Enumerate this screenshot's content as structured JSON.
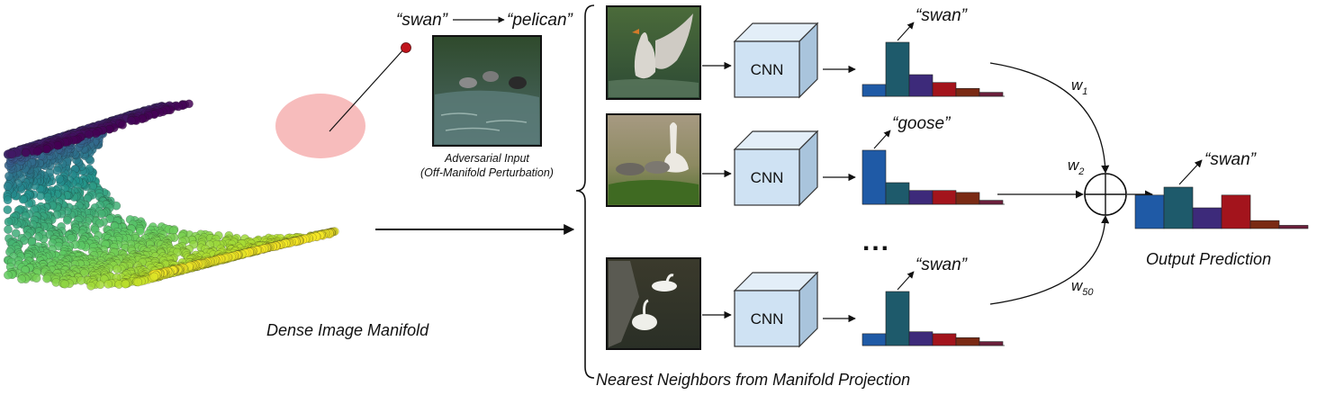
{
  "manifold": {
    "caption": "Dense Image Manifold",
    "colormap": [
      "#440154",
      "#3b528b",
      "#21918c",
      "#5ec962",
      "#b5de2b",
      "#fde725"
    ]
  },
  "adversarial": {
    "label_from": "“swan”",
    "label_to": "“pelican”",
    "caption_line1": "Adversarial Input",
    "caption_line2": "(Off-Manifold Perturbation)",
    "point_color": "#c0141c",
    "region_color": "#f4a6a6"
  },
  "neighbors": {
    "brace_caption": "Nearest Neighbors from Manifold Projection",
    "ellipsis": "...",
    "items": [
      {
        "cnn_label": "CNN",
        "pred_label": "“swan”",
        "weight_base": "w",
        "weight_sub": "1",
        "hist": [
          0.12,
          0.55,
          0.22,
          0.14,
          0.08,
          0.04
        ]
      },
      {
        "cnn_label": "CNN",
        "pred_label": "“goose”",
        "weight_base": "w",
        "weight_sub": "2",
        "hist": [
          0.55,
          0.22,
          0.14,
          0.14,
          0.12,
          0.04
        ]
      },
      {
        "cnn_label": "CNN",
        "pred_label": "“swan”",
        "weight_base": "w",
        "weight_sub": "50",
        "hist": [
          0.12,
          0.55,
          0.14,
          0.12,
          0.08,
          0.04
        ]
      }
    ]
  },
  "output": {
    "caption": "Output Prediction",
    "pred_label": "“swan”",
    "hist": [
      0.42,
      0.52,
      0.26,
      0.42,
      0.1,
      0.04
    ]
  },
  "colors": {
    "bars": [
      "#1f5aa6",
      "#1e5a6b",
      "#3d2a7a",
      "#a3141c",
      "#7a2a14",
      "#6b1f3b"
    ],
    "cnn_front": "#cfe2f3",
    "cnn_side": "#a9c4dc",
    "cnn_top": "#e3eef8"
  }
}
